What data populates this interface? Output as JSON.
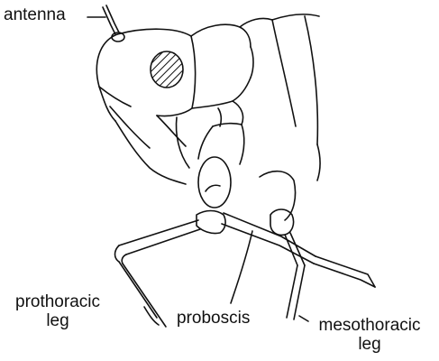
{
  "diagram": {
    "labels": {
      "antenna": "antenna",
      "prothoracic_line1": "prothoracic",
      "prothoracic_line2": "leg",
      "proboscis": "proboscis",
      "mesothoracic_line1": "mesothoracic",
      "mesothoracic_line2": "leg"
    },
    "colors": {
      "ink": "#111111",
      "background": "#ffffff"
    }
  }
}
